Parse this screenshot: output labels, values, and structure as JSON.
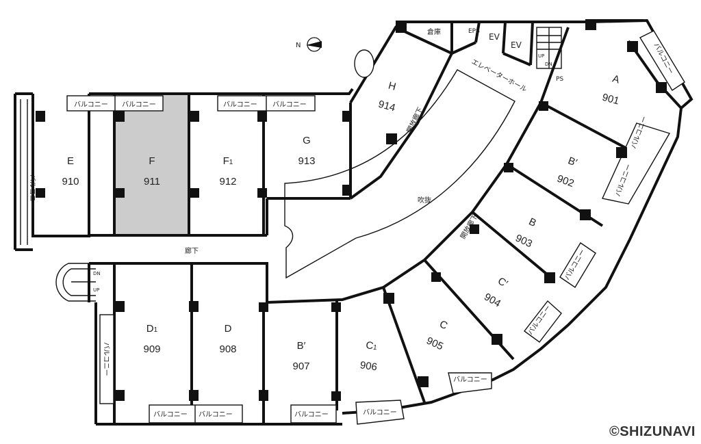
{
  "units": [
    {
      "id": "E",
      "type": "E",
      "sub": "",
      "no": "910",
      "highlight": false
    },
    {
      "id": "F",
      "type": "F",
      "sub": "",
      "no": "911",
      "highlight": true
    },
    {
      "id": "F1",
      "type": "F",
      "sub": "1",
      "no": "912",
      "highlight": false
    },
    {
      "id": "G",
      "type": "G",
      "sub": "",
      "no": "913",
      "highlight": false
    },
    {
      "id": "H",
      "type": "H",
      "sub": "",
      "no": "914",
      "highlight": false
    },
    {
      "id": "A",
      "type": "A",
      "sub": "",
      "no": "901",
      "highlight": false
    },
    {
      "id": "Bp902",
      "type": "B′",
      "sub": "",
      "no": "902",
      "highlight": false
    },
    {
      "id": "B",
      "type": "B",
      "sub": "",
      "no": "903",
      "highlight": false
    },
    {
      "id": "Cp",
      "type": "C′",
      "sub": "",
      "no": "904",
      "highlight": false
    },
    {
      "id": "C",
      "type": "C",
      "sub": "",
      "no": "905",
      "highlight": false
    },
    {
      "id": "C1",
      "type": "C",
      "sub": "1",
      "no": "906",
      "highlight": false
    },
    {
      "id": "Bp907",
      "type": "B′",
      "sub": "",
      "no": "907",
      "highlight": false
    },
    {
      "id": "D",
      "type": "D",
      "sub": "",
      "no": "908",
      "highlight": false
    },
    {
      "id": "D1",
      "type": "D",
      "sub": "1",
      "no": "909",
      "highlight": false
    }
  ],
  "labels": {
    "balcony": "バルコニー",
    "corridor": "廊下",
    "open_corridor": "開放廊下",
    "atrium": "吹抜",
    "elevator_hall": "エレベーターホール",
    "storage": "倉庫",
    "eps": "EPS",
    "ev": "EV",
    "ps": "PS",
    "up": "UP",
    "dn": "DN",
    "north": "N"
  },
  "colors": {
    "highlight": "#cccccc",
    "wall": "#111111"
  },
  "copyright": "©SHIZUNAVI"
}
